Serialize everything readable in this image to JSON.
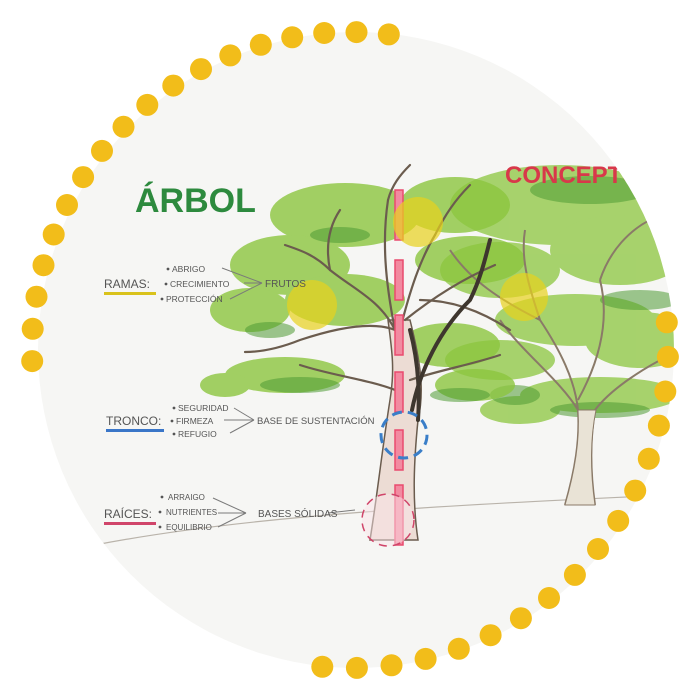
{
  "diagram": {
    "title": "ÁRBOL",
    "subtitle": "CONCEPTO",
    "sections": [
      {
        "key": "ramas",
        "label": "RAMAS:",
        "items": [
          "ABRIGO",
          "CRECIMIENTO",
          "PROTECCIÓN"
        ],
        "result": "FRUTOS",
        "underline_color": "#d9c21b"
      },
      {
        "key": "tronco",
        "label": "TRONCO:",
        "items": [
          "SEGURIDAD",
          "FIRMEZA",
          "REFUGIO"
        ],
        "result": "BASE DE SUSTENTACIÓN",
        "underline_color": "#3a76c8"
      },
      {
        "key": "raices",
        "label": "RAÍCES:",
        "items": [
          "ARRAIGO",
          "NUTRIENTES",
          "EQUILIBRIO"
        ],
        "result": "BASES SÓLIDAS",
        "underline_color": "#d0456a"
      }
    ]
  },
  "colors": {
    "dots": "#f2bd1a",
    "title": "#2d8a3e",
    "subtitle": "#d8384a",
    "foliage": "#8cc63f",
    "foliage_dark": "#4f9b34",
    "bark": "#7a6a5a",
    "highlight_yellow": "#e8d21c",
    "axis_pink": "#e94b6e",
    "circle_blue": "#3a7ec8",
    "background": "#f6f6f4"
  }
}
